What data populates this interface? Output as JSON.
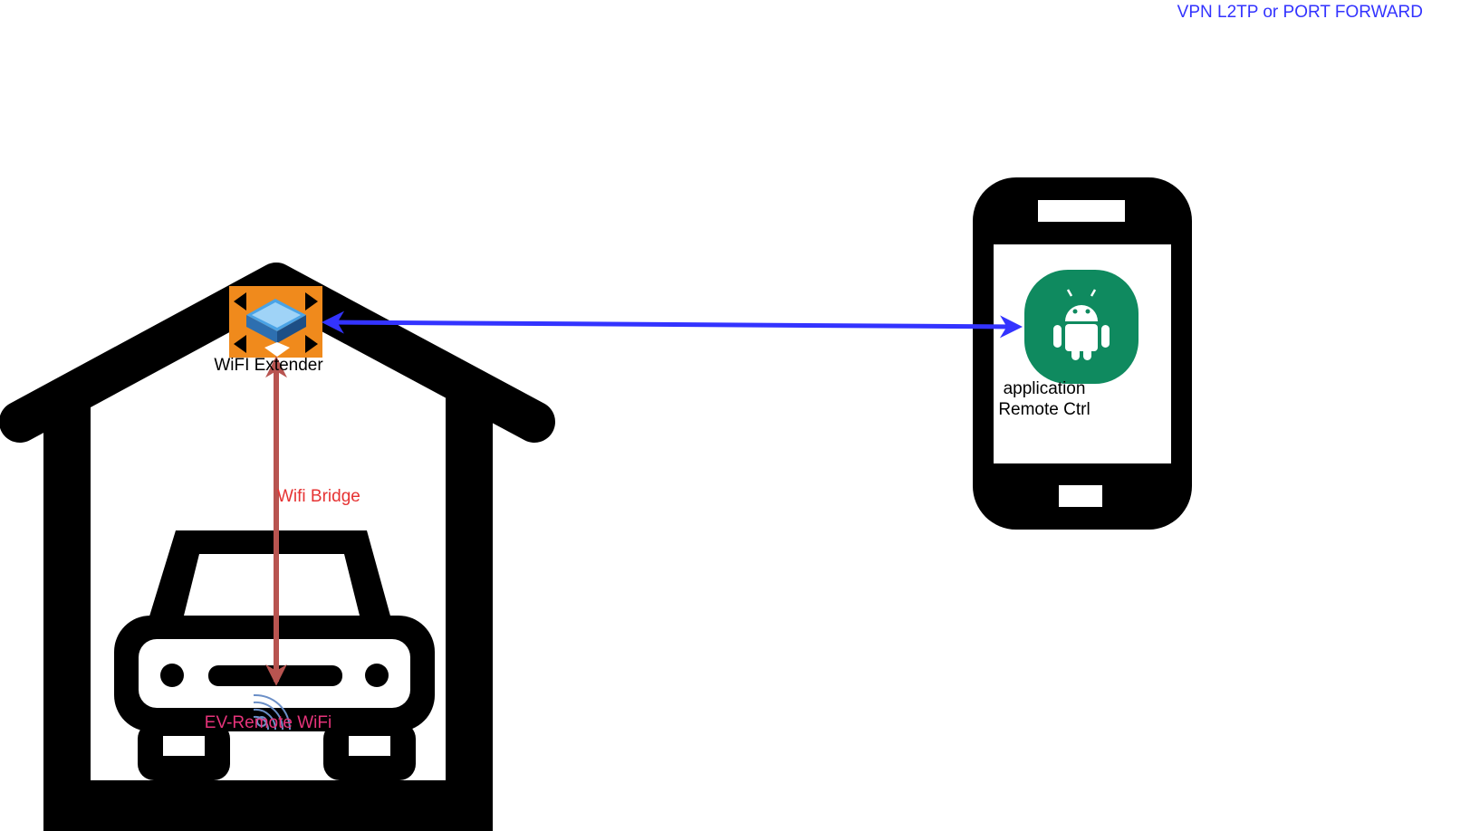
{
  "labels": {
    "connection_top": "VPN L2TP or PORT FORWARD",
    "extender": "WiFI Extender",
    "bridge": "Wifi Bridge",
    "ev_remote": "EV-Remote WiFi",
    "app_line1": "application",
    "app_line2": "Remote Ctrl"
  },
  "icons": {
    "garage": "garage-with-car-icon",
    "extender": "wifi-extender-icon",
    "phone": "smartphone-icon",
    "android": "android-app-icon",
    "wifi": "wifi-signal-icon"
  },
  "colors": {
    "vpn_arrow": "#3333ff",
    "bridge_arrow": "#b85450",
    "extender_bg": "#f08a1c",
    "android_bg": "#0f8a5f",
    "ev_text": "#e6337a",
    "bridge_text": "#e63333"
  }
}
